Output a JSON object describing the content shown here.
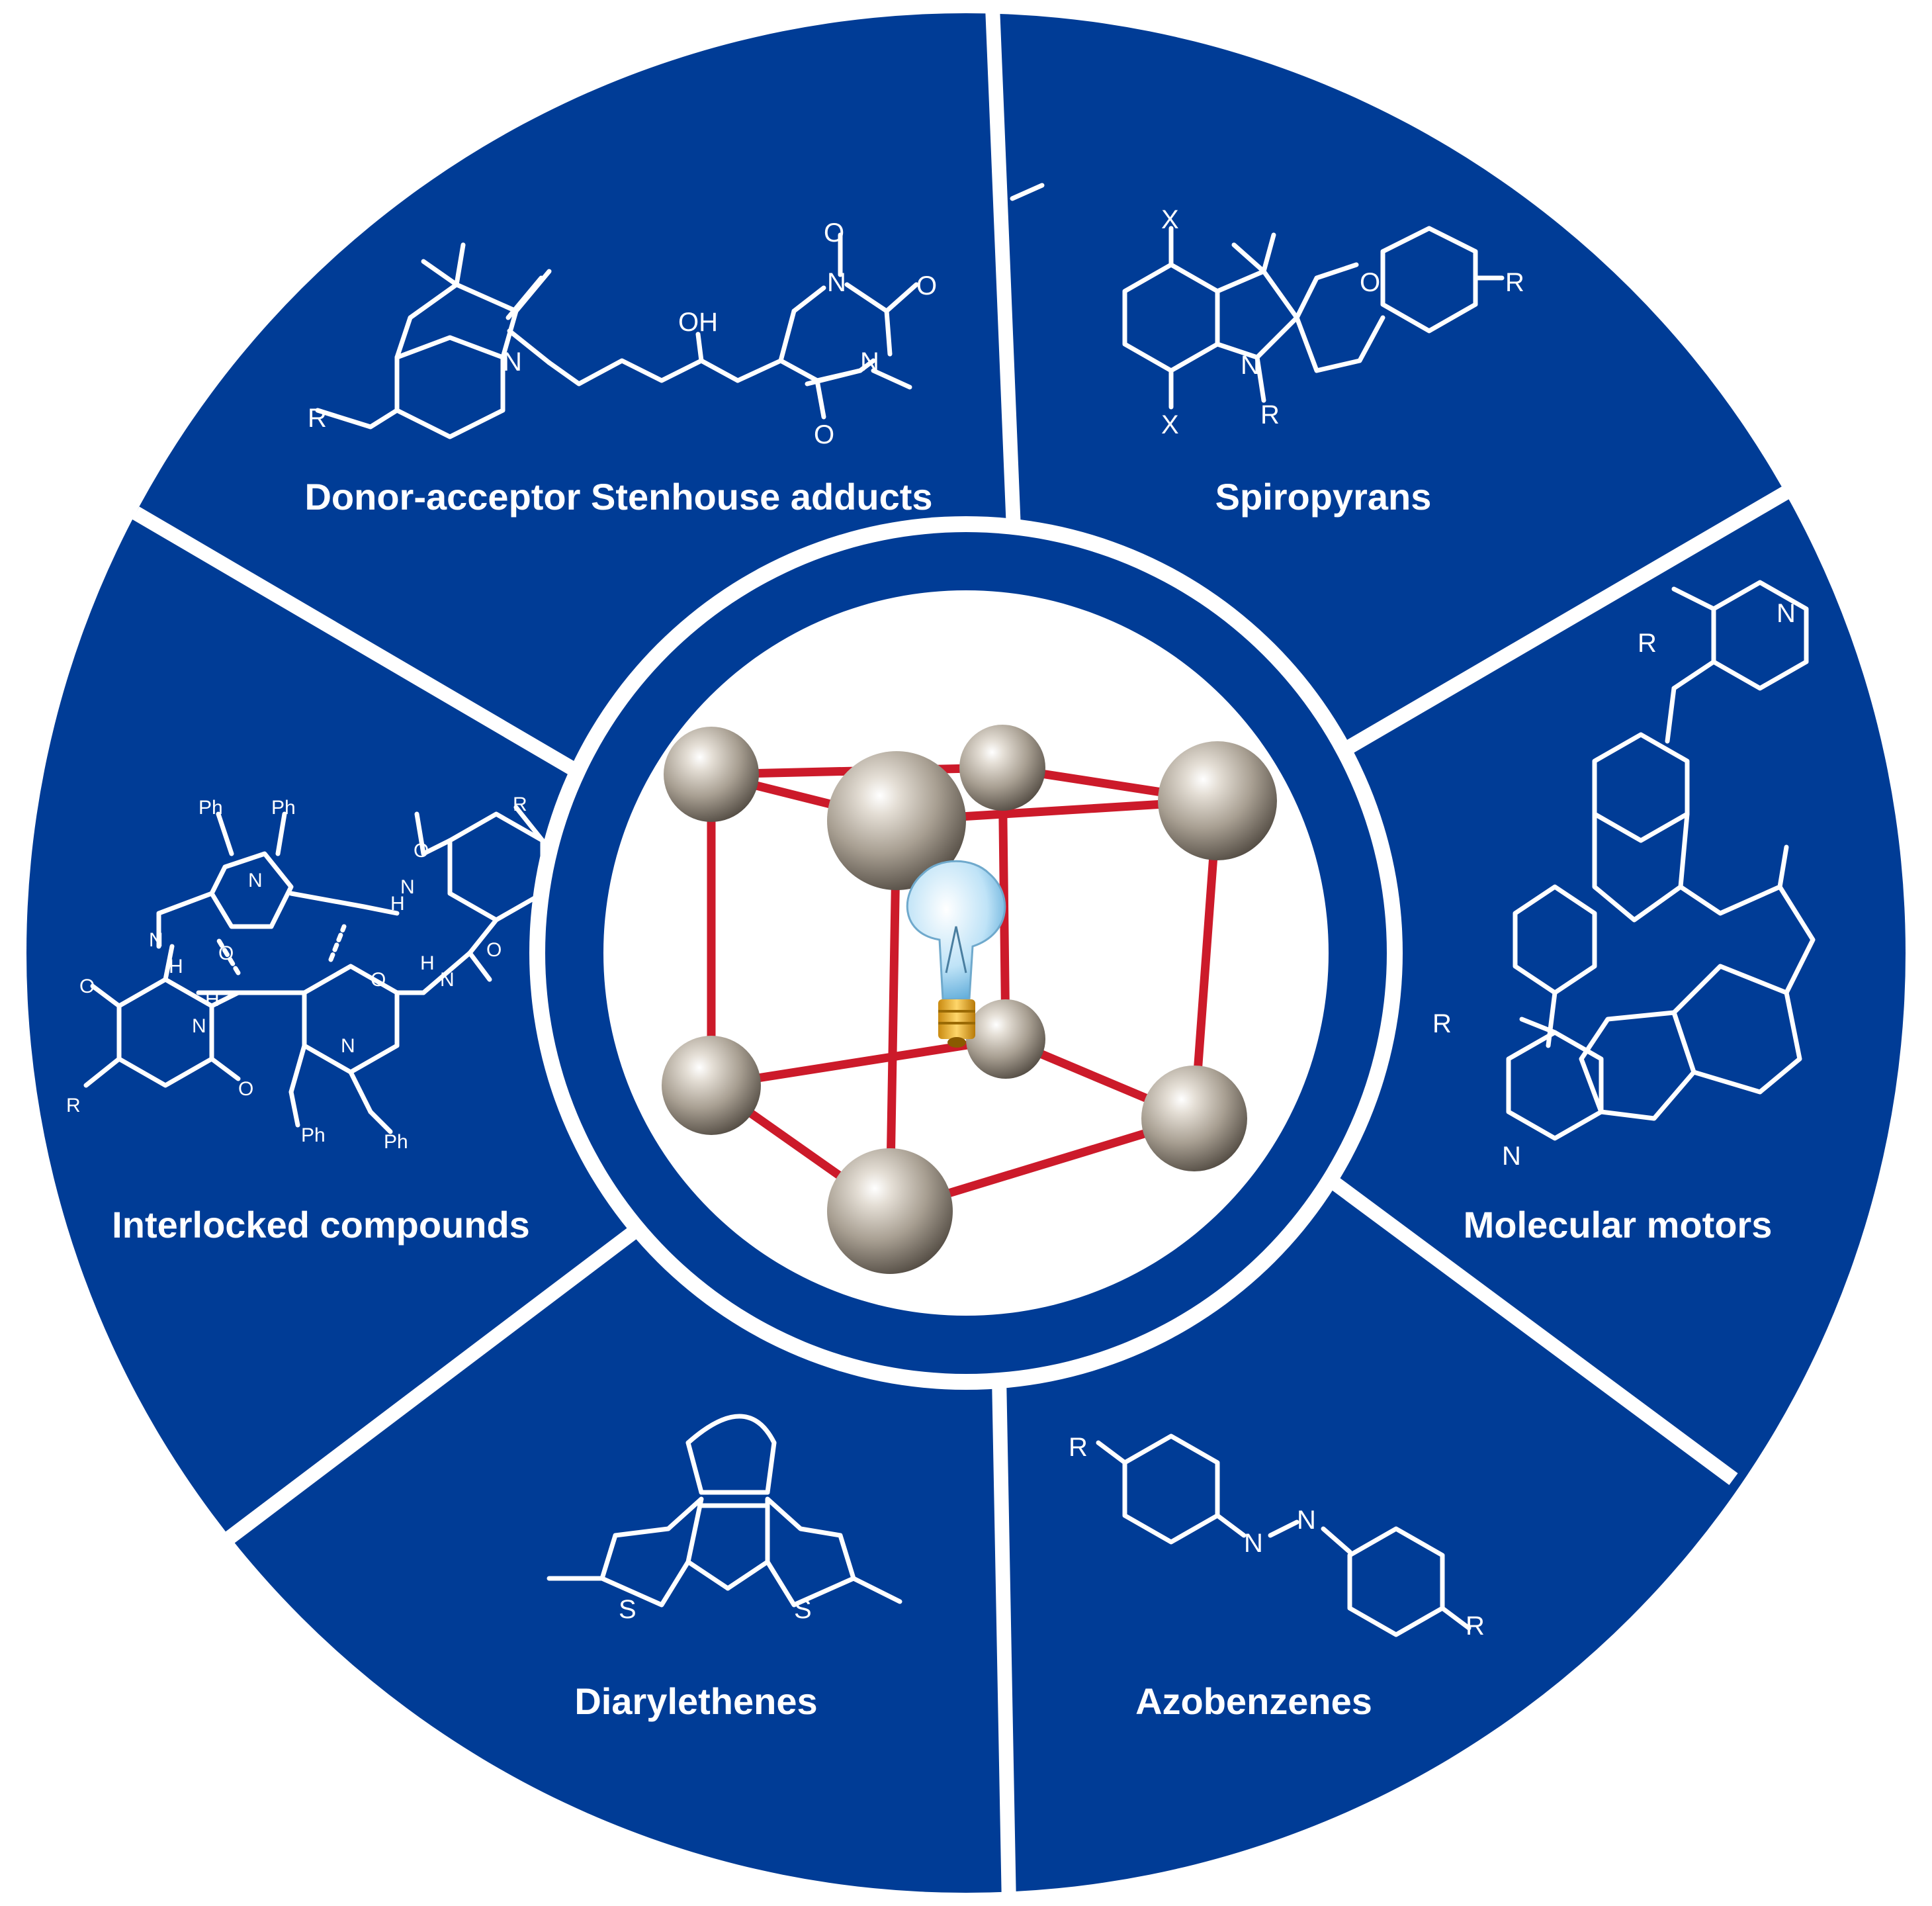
{
  "colors": {
    "segment": "#003c96",
    "separator": "#ffffff",
    "rod": "#cc1a2a",
    "sphere": "#a89f92"
  },
  "center_icon": "light-bulb-icon",
  "segments": [
    {
      "id": "dasa",
      "label": "Donor-acceptor Stenhouse adducts",
      "atoms": [
        "R",
        "N",
        "OH",
        "O",
        "N",
        "O",
        "N",
        "O"
      ]
    },
    {
      "id": "spiropyrans",
      "label": "Spiropyrans",
      "atoms": [
        "X",
        "O",
        "R",
        "N",
        "R",
        "X"
      ]
    },
    {
      "id": "motors",
      "label": "Molecular motors",
      "atoms": [
        "R",
        "N",
        "R",
        "N"
      ]
    },
    {
      "id": "azobenzenes",
      "label": "Azobenzenes",
      "atoms": [
        "R",
        "N",
        "N",
        "R"
      ]
    },
    {
      "id": "diarylethenes",
      "label": "Diarylethenes",
      "atoms": [
        "S",
        "S"
      ]
    },
    {
      "id": "interlocked",
      "label": "Interlocked compounds",
      "atoms": [
        "Ph",
        "Ph",
        "R",
        "N",
        "O",
        "H",
        "N",
        "O",
        "N",
        "H",
        "O",
        "N",
        "H",
        "O",
        "N",
        "H",
        "N",
        "O",
        "R",
        "O",
        "Ph",
        "Ph"
      ]
    }
  ]
}
